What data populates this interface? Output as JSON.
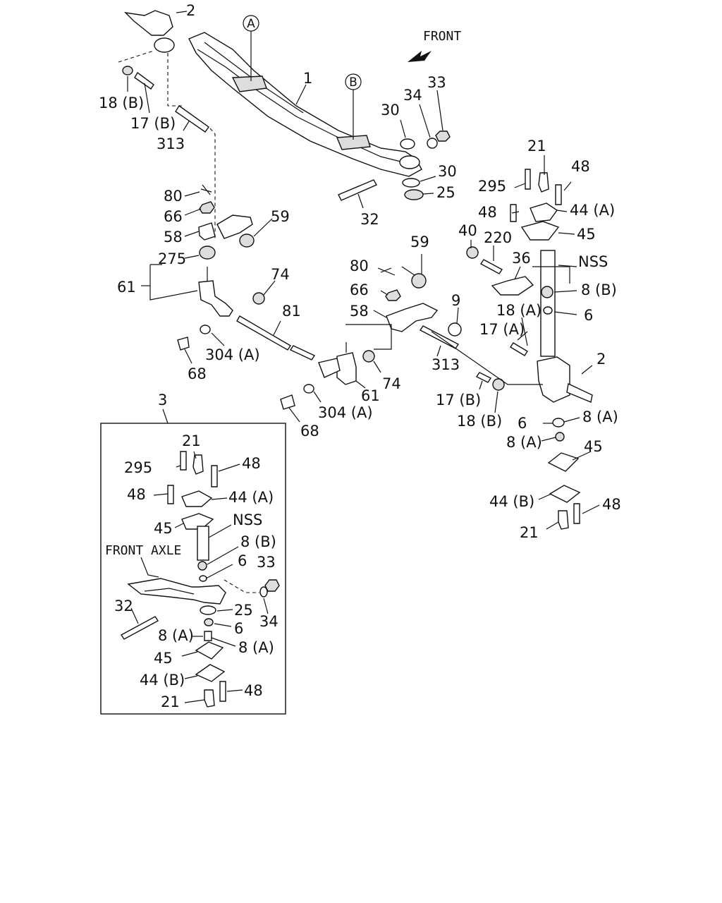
{
  "labels": {
    "p2_top": "2",
    "p1": "1",
    "ref_a": "A",
    "ref_b": "B",
    "front": "FRONT",
    "p18b_top": "18 (B)",
    "p17b_top": "17 (B)",
    "p313_top": "313",
    "p30_a": "30",
    "p34_top": "34",
    "p33_top": "33",
    "p30_b": "30",
    "p25_top": "25",
    "p32_top": "32",
    "p80_left": "80",
    "p66_left": "66",
    "p58_left": "58",
    "p59_left": "59",
    "p275": "275",
    "p61_left": "61",
    "p74_left": "74",
    "p81": "81",
    "p304a_left": "304 (A)",
    "p68_left": "68",
    "p21_right": "21",
    "p48_right_top": "48",
    "p295_right": "295",
    "p48_right_mid": "48",
    "p44a_right": "44 (A)",
    "p45_right": "45",
    "p40": "40",
    "p220": "220",
    "p36": "36",
    "nss_right": "NSS",
    "p8b_right": "8 (B)",
    "p18a_right": "18 (A)",
    "p6_right": "6",
    "p17a_right": "17 (A)",
    "p59_mid": "59",
    "p80_mid": "80",
    "p66_mid": "66",
    "p58_mid": "58",
    "p9": "9",
    "p313_mid": "313",
    "p74_mid": "74",
    "p61_mid": "61",
    "p304a_mid": "304 (A)",
    "p68_mid": "68",
    "p2_right": "2",
    "p17b_right": "17 (B)",
    "p18b_right": "18 (B)",
    "p6_right_low": "6",
    "p8a_right_1": "8 (A)",
    "p8a_right_2": "8 (A)",
    "p45_right_low": "45",
    "p44b_right": "44 (B)",
    "p48_right_low": "48",
    "p21_right_low": "21",
    "p3": "3"
  },
  "inset": {
    "p21": "21",
    "p295": "295",
    "p48_a": "48",
    "p48_b": "48",
    "p44a": "44 (A)",
    "p45_a": "45",
    "nss": "NSS",
    "front_axle": "FRONT  AXLE",
    "p8b": "8 (B)",
    "p6_a": "6",
    "p33": "33",
    "p32": "32",
    "p25": "25",
    "p34": "34",
    "p6_b": "6",
    "p8a_a": "8 (A)",
    "p8a_b": "8 (A)",
    "p45_b": "45",
    "p44b": "44 (B)",
    "p48_c": "48",
    "p21_b": "21"
  }
}
